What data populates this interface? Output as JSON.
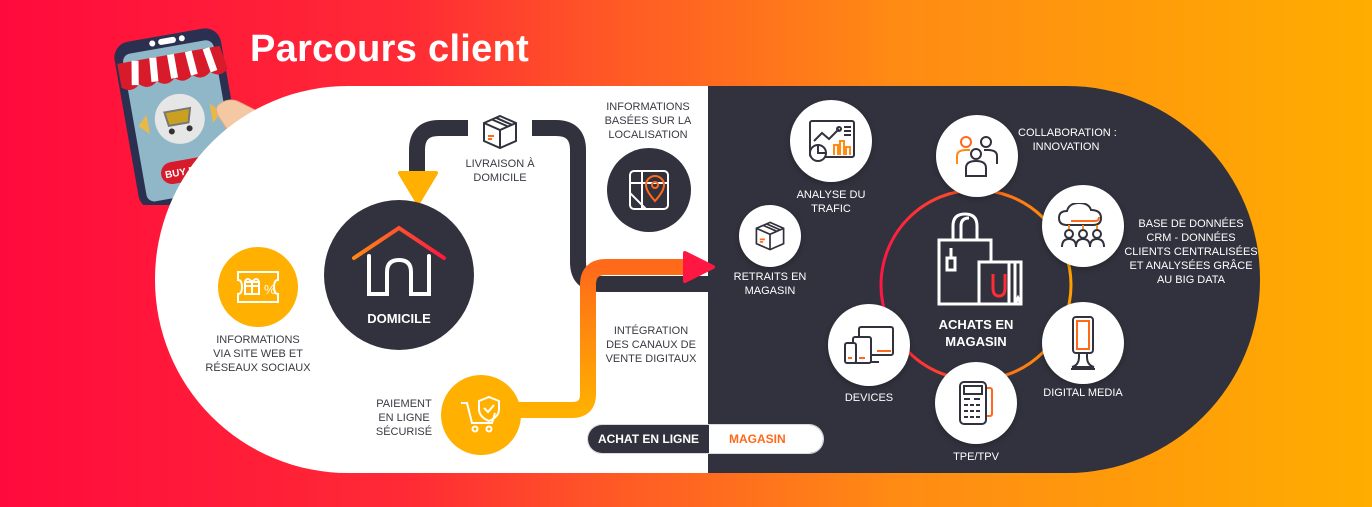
{
  "title": "Parcours client",
  "colors": {
    "gradient_start": "#ff0a3d",
    "gradient_end": "#ffad00",
    "dark": "#32323e",
    "yellow": "#ffb000",
    "accent_orange": "#ff6a1a"
  },
  "illustration": {
    "phone_button": "BUY NOW"
  },
  "online_side": {
    "home": "DOMICILE",
    "steps": [
      {
        "icon": "gift-percent-icon",
        "label_lines": [
          "INFORMATIONS",
          "VIA SITE WEB ET",
          "RÉSEAUX SOCIAUX"
        ]
      },
      {
        "icon": "box-icon",
        "label_lines": [
          "LIVRAISON À",
          "DOMICILE"
        ]
      },
      {
        "icon": "map-pin-icon",
        "label_lines": [
          "INFORMATIONS",
          "BASÉES SUR LA",
          "LOCALISATION"
        ]
      },
      {
        "icon": "none",
        "label_lines": [
          "INTÉGRATION",
          "DES CANAUX DE",
          "VENTE DIGITAUX"
        ]
      },
      {
        "icon": "cart-shield-icon",
        "label_lines": [
          "PAIEMENT",
          "EN LIGNE",
          "SÉCURISÉ"
        ]
      }
    ]
  },
  "store_side": {
    "center_lines": [
      "ACHATS EN",
      "MAGASIN"
    ],
    "items": [
      {
        "icon": "box-icon",
        "label_lines": [
          "RETRAITS EN",
          "MAGASIN"
        ]
      },
      {
        "icon": "analytics-icon",
        "label_lines": [
          "ANALYSE DU",
          "TRAFIC"
        ]
      },
      {
        "icon": "team-icon",
        "label_lines": [
          "COLLABORATION :",
          "INNOVATION"
        ]
      },
      {
        "icon": "cloud-users-icon",
        "label_lines": [
          "BASE DE DONNÉES",
          "CRM - DONNÉES",
          "CLIENTS CENTRALISÉES",
          "ET ANALYSÉES GRÂCE",
          "AU BIG DATA"
        ]
      },
      {
        "icon": "kiosk-icon",
        "label_lines": [
          "DIGITAL MEDIA"
        ]
      },
      {
        "icon": "payment-terminal-icon",
        "label_lines": [
          "TPE/TPV"
        ]
      },
      {
        "icon": "devices-icon",
        "label_lines": [
          "DEVICES"
        ]
      }
    ]
  },
  "toggle": {
    "online": "ACHAT EN LIGNE",
    "store": "MAGASIN"
  }
}
